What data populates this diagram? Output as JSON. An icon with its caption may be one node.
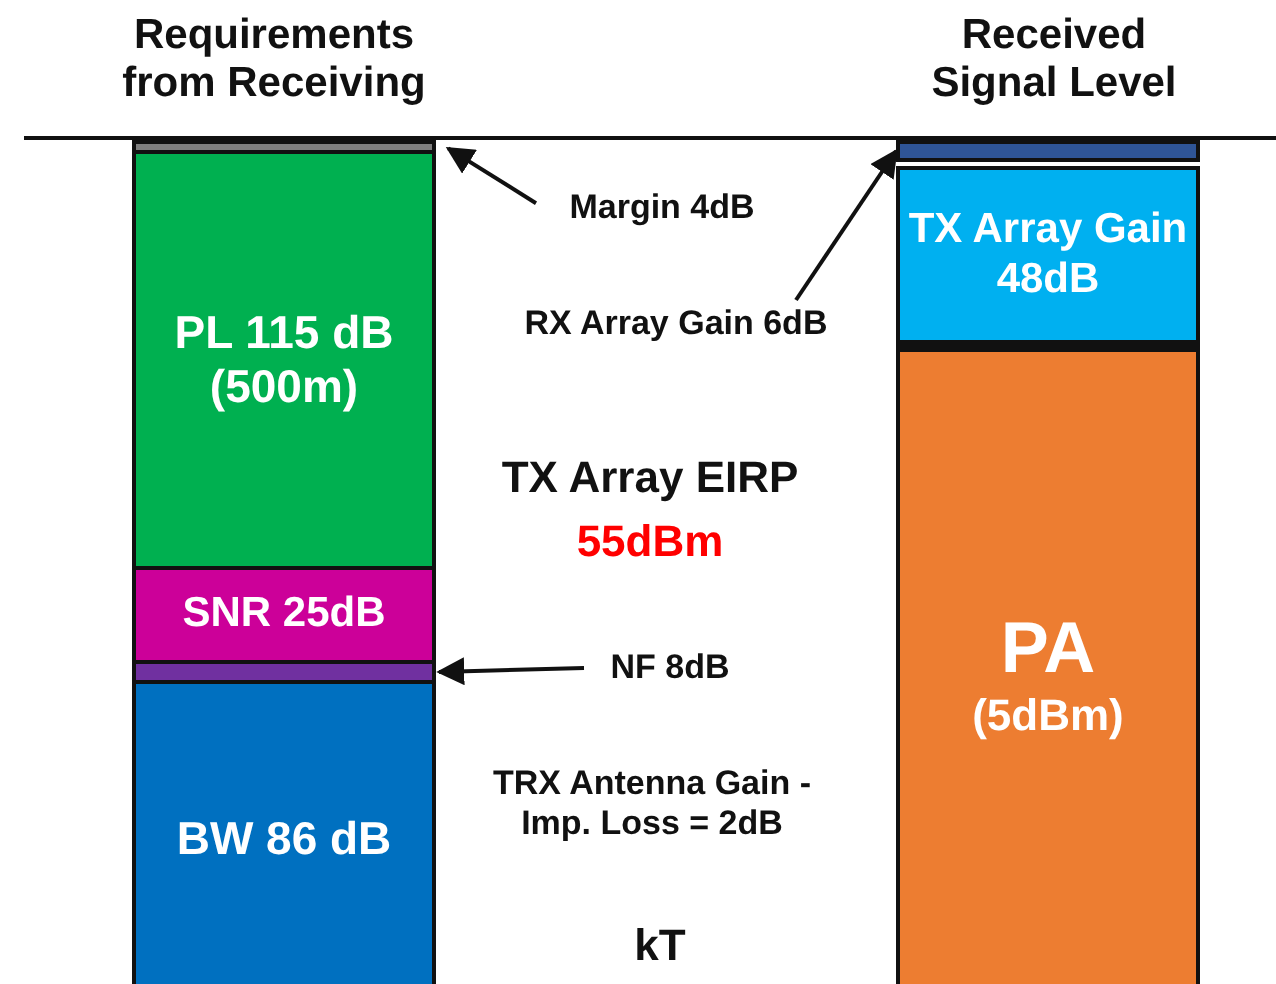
{
  "diagram": {
    "nodes": [
      {
        "text": [],
        "shape": "bar"
      },
      {
        "text": [],
        "shape": "bar"
      },
      {
        "text": [
          "Margin 4dB"
        ]
      },
      {
        "text": [
          "TX Array Gain 48dB"
        ]
      },
      {
        "text": [
          "RX Array Gain 6dB"
        ]
      },
      {
        "text": [
          "PL 115 dB (500m)"
        ]
      },
      {
        "text": [
          "SNR 25dB"
        ]
      },
      {
        "text": [],
        "shape": "bar"
      },
      {
        "text": [
          "NF 8dB"
        ]
      },
      {
        "text": [
          "BW 86 dB"
        ]
      },
      {
        "text": [
          "PA",
          "(5dBm)"
        ]
      }
    ],
    "edges": [
      {
        "from": 2,
        "to": 0,
        "arrow": "to"
      },
      {
        "from": 4,
        "to": 1,
        "arrow": "to"
      },
      {
        "from": 8,
        "to": 7,
        "arrow": "to"
      }
    ],
    "labels": [
      "Requirements from Receiving",
      "Received Signal Level",
      "TX Array EIRP",
      "55dBm",
      "TRX Antenna Gain -Imp. Loss = 2dB",
      "kT"
    ]
  }
}
